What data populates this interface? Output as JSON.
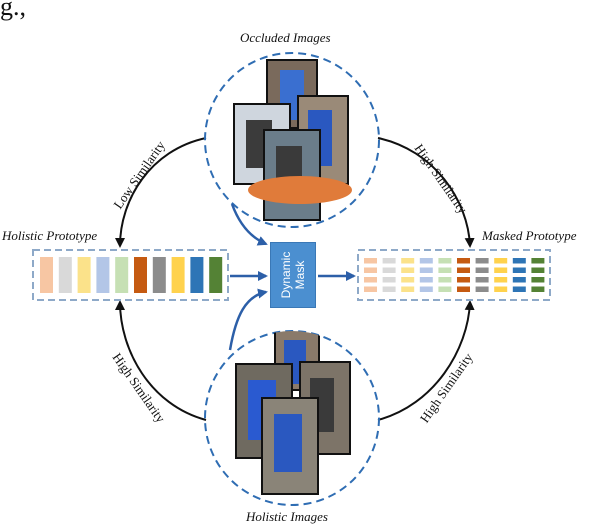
{
  "figure": {
    "corner_text": "g.,",
    "labels": {
      "occluded_images": "Occluded Images",
      "holistic_images": "Holistic Images",
      "holistic_prototype": "Holistic Prototype",
      "masked_prototype": "Masked Prototype",
      "dynamic_mask": "Dynamic Mask"
    },
    "similarity": {
      "top_left": "Low Similarity",
      "top_right": "High Similarity",
      "bottom_left": "High Similarity",
      "bottom_right": "High Similarity"
    },
    "colors": {
      "dashed_circle": "#2f6db3",
      "dashed_box": "#8ea9c8",
      "arrow_blue": "#2c5fa8",
      "arrow_black": "#111111",
      "mask_box": "#4b8fd0",
      "prototype_bars": [
        "#f7c6a3",
        "#d9d9d9",
        "#fbe28a",
        "#b3c6e7",
        "#c6e0b4",
        "#c55a11",
        "#8c8c8c",
        "#ffd24d",
        "#2e75b6",
        "#548235"
      ]
    }
  }
}
